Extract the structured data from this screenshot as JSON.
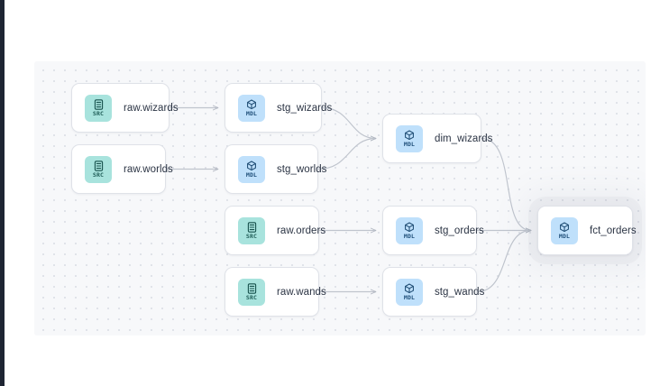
{
  "window": {
    "background_color": "#ffffff",
    "rail_color": "#1e2533"
  },
  "canvas": {
    "name": "data-lineage-graph",
    "background_color": "#f7f8fa",
    "grid": "dotted",
    "grid_dot_color": "#dcdfe6"
  },
  "legend": {
    "source_badge_text": "SRC",
    "model_badge_text": "MDL",
    "source_badge_color": "#a8e3dd",
    "model_badge_color": "#bfe0fb"
  },
  "graph": {
    "nodes": [
      {
        "id": "raw_wizards",
        "label": "raw.wizards",
        "type": "SRC",
        "column": 1,
        "highlighted": false
      },
      {
        "id": "raw_worlds",
        "label": "raw.worlds",
        "type": "SRC",
        "column": 1,
        "highlighted": false
      },
      {
        "id": "raw_orders",
        "label": "raw.orders",
        "type": "SRC",
        "column": 2,
        "highlighted": false
      },
      {
        "id": "raw_wands",
        "label": "raw.wands",
        "type": "SRC",
        "column": 2,
        "highlighted": false
      },
      {
        "id": "stg_wizards",
        "label": "stg_wizards",
        "type": "MDL",
        "column": 2,
        "highlighted": false
      },
      {
        "id": "stg_worlds",
        "label": "stg_worlds",
        "type": "MDL",
        "column": 2,
        "highlighted": false
      },
      {
        "id": "stg_orders",
        "label": "stg_orders",
        "type": "MDL",
        "column": 3,
        "highlighted": false
      },
      {
        "id": "stg_wands",
        "label": "stg_wands",
        "type": "MDL",
        "column": 3,
        "highlighted": false
      },
      {
        "id": "dim_wizards",
        "label": "dim_wizards",
        "type": "MDL",
        "column": 3,
        "highlighted": false
      },
      {
        "id": "fct_orders",
        "label": "fct_orders",
        "type": "MDL",
        "column": 4,
        "highlighted": true
      }
    ],
    "edges": [
      {
        "from": "raw_wizards",
        "to": "stg_wizards"
      },
      {
        "from": "raw_worlds",
        "to": "stg_worlds"
      },
      {
        "from": "raw_orders",
        "to": "stg_orders"
      },
      {
        "from": "raw_wands",
        "to": "stg_wands"
      },
      {
        "from": "stg_wizards",
        "to": "dim_wizards"
      },
      {
        "from": "stg_worlds",
        "to": "dim_wizards"
      },
      {
        "from": "dim_wizards",
        "to": "fct_orders"
      },
      {
        "from": "stg_orders",
        "to": "fct_orders"
      },
      {
        "from": "stg_wands",
        "to": "fct_orders"
      }
    ],
    "edge_color": "#b8bdc7"
  }
}
